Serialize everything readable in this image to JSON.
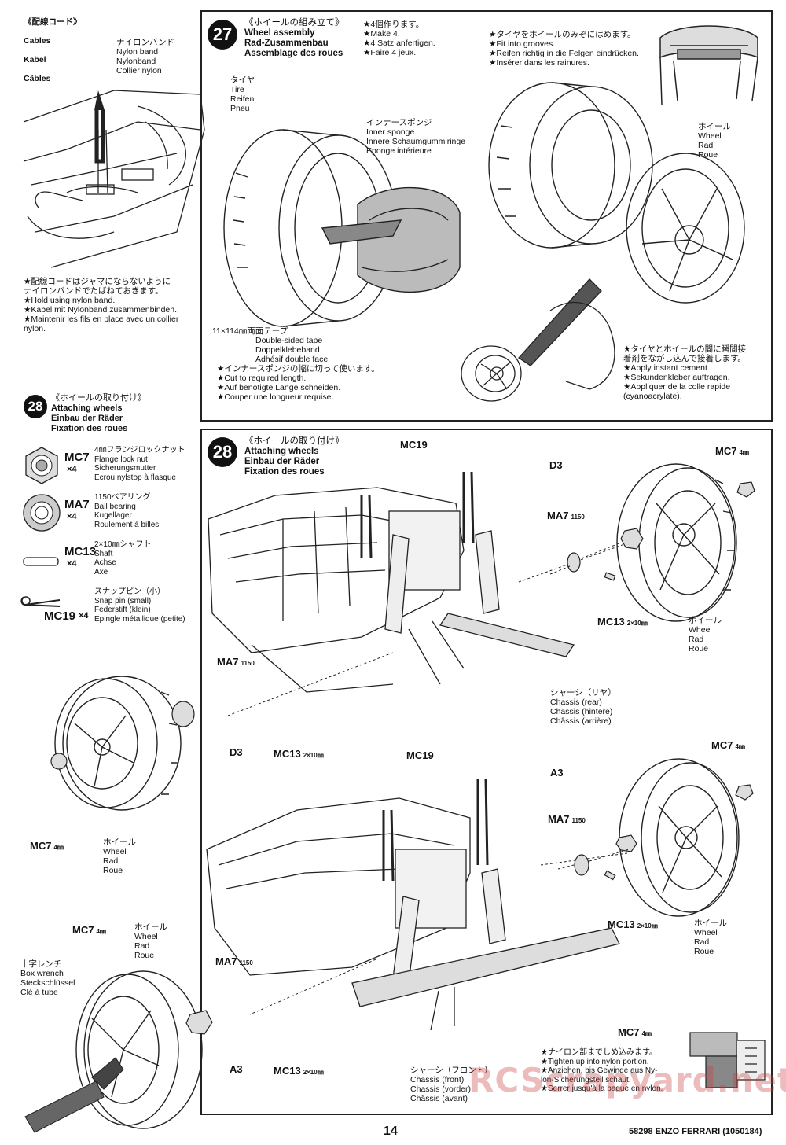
{
  "cables": {
    "title_jp": "《配線コード》",
    "title_en": "Cables",
    "title_de": "Kabel",
    "title_fr": "Câbles",
    "nylon_label": "ナイロンバンド\nNylon band\nNylonband\nCollier nylon",
    "note": "★配線コードはジャマにならないように\nナイロンバンドでたばねておきます。\n★Hold using nylon band.\n★Kabel mit Nylonband zusammenbinden.\n★Maintenir les fils en place avec un collier\nnylon."
  },
  "step27": {
    "number": "27",
    "title_jp": "《ホイールの組み立て》",
    "title_en": "Wheel assembly",
    "title_de": "Rad-Zusammenbau",
    "title_fr": "Assemblage des roues",
    "make_note": "★4個作ります。\n★Make 4.\n★4 Satz anfertigen.\n★Faire 4 jeux.",
    "tire_label": "タイヤ\nTire\nReifen\nPneu",
    "sponge_label": "インナースポンジ\nInner sponge\nInnere Schaumgummiringe\nEponge intérieure",
    "fit_note": "★タイヤをホイールのみぞにはめます。\n★Fit into grooves.\n★Reifen richtig in die Felgen eindrücken.\n★Insérer dans les rainures.",
    "wheel_label": "ホイール\nWheel\nRad\nRoue",
    "tape_label": "11×114㎜両面テープ",
    "tape_text": "Double-sided tape\nDoppelklebeband\nAdhésif double face",
    "cut_note": "★インナースポンジの幅に切って使います。\n★Cut to required length.\n★Auf benötigte Länge schneiden.\n★Couper une longueur requise.",
    "cement_note": "★タイヤとホイールの間に瞬間接\n着剤をながし込んで接着します。\n★Apply instant cement.\n★Sekundenkleber auftragen.\n★Appliquer de la colle rapide\n(cyanoacrylate)."
  },
  "step28_parts": {
    "number": "28",
    "title_jp": "《ホイールの取り付け》",
    "title_en": "Attaching wheels",
    "title_de": "Einbau der Räder",
    "title_fr": "Fixation des roues",
    "parts": [
      {
        "code": "MC7",
        "qty": "×4",
        "desc": "4㎜フランジロックナット\nFlange lock nut\nSicherungsmutter\nEcrou nylstop à flasque"
      },
      {
        "code": "MA7",
        "qty": "×4",
        "desc": "1150ベアリング\nBall bearing\nKugellager\nRoulement à billes"
      },
      {
        "code": "MC13",
        "qty": "×4",
        "desc": "2×10㎜シャフト\nShaft\nAchse\nAxe"
      },
      {
        "code": "MC19",
        "qty": "×4",
        "desc": "スナップピン（小）\nSnap pin (small)\nFederstift (klein)\nEpingle métallique (petite)"
      }
    ]
  },
  "step28_main": {
    "number": "28",
    "title_jp": "《ホイールの取り付け》",
    "title_en": "Attaching wheels",
    "title_de": "Einbau der Räder",
    "title_fr": "Fixation des roues",
    "labels": {
      "mc19_top": "MC19",
      "d3_top": "D3",
      "mc7_top": "MC7",
      "mc7_top_sub": "4㎜",
      "ma7_top": "MA7",
      "ma7_top_sub": "1150",
      "mc13_top": "MC13",
      "mc13_top_sub": "2×10㎜",
      "wheel_top": "ホイール\nWheel\nRad\nRoue",
      "ma7_left": "MA7",
      "ma7_left_sub": "1150",
      "chassis_rear": "シャーシ（リヤ）\nChassis (rear)\nChassis (hintere)\nChâssis (arrière)",
      "d3_left": "D3",
      "mc13_left": "MC13",
      "mc13_left_sub": "2×10㎜",
      "mc19_mid": "MC19",
      "mc7_right2": "MC7",
      "mc7_right2_sub": "4㎜",
      "a3_right": "A3",
      "ma7_right2": "MA7",
      "ma7_right2_sub": "1150",
      "mc7_left2": "MC7",
      "mc7_left2_sub": "4㎜",
      "wheel_left": "ホイール\nWheel\nRad\nRoue",
      "mc13_right2": "MC13",
      "mc13_right2_sub": "2×10㎜",
      "wheel_right2": "ホイール\nWheel\nRad\nRoue"
    }
  },
  "bottom": {
    "mc7_label": "MC7",
    "mc7_sub": "4㎜",
    "wheel_label": "ホイール\nWheel\nRad\nRoue",
    "wrench_label": "十字レンチ\nBox wrench\nSteckschlüssel\nClé à tube",
    "ma7_label": "MA7",
    "ma7_sub": "1150",
    "a3_label": "A3",
    "mc13_label": "MC13",
    "mc13_sub": "2×10㎜",
    "chassis_front": "シャーシ（フロント）\nChassis (front)\nChassis (vorder)\nChâssis (avant)",
    "mc7_right_label": "MC7",
    "mc7_right_sub": "4㎜",
    "tighten_note": "★ナイロン部までしめ込みます。\n★Tighten up into nylon portion.\n★Anziehen, bis Gewinde aus Ny-\nlon-Sicherungsteil schaut.\n★Serrer jusqu'à la bague en nylon."
  },
  "footer": {
    "page_number": "14",
    "doc_id": "58298  ENZO FERRARI (1050184)",
    "watermark": "RCScrapyard.net"
  }
}
